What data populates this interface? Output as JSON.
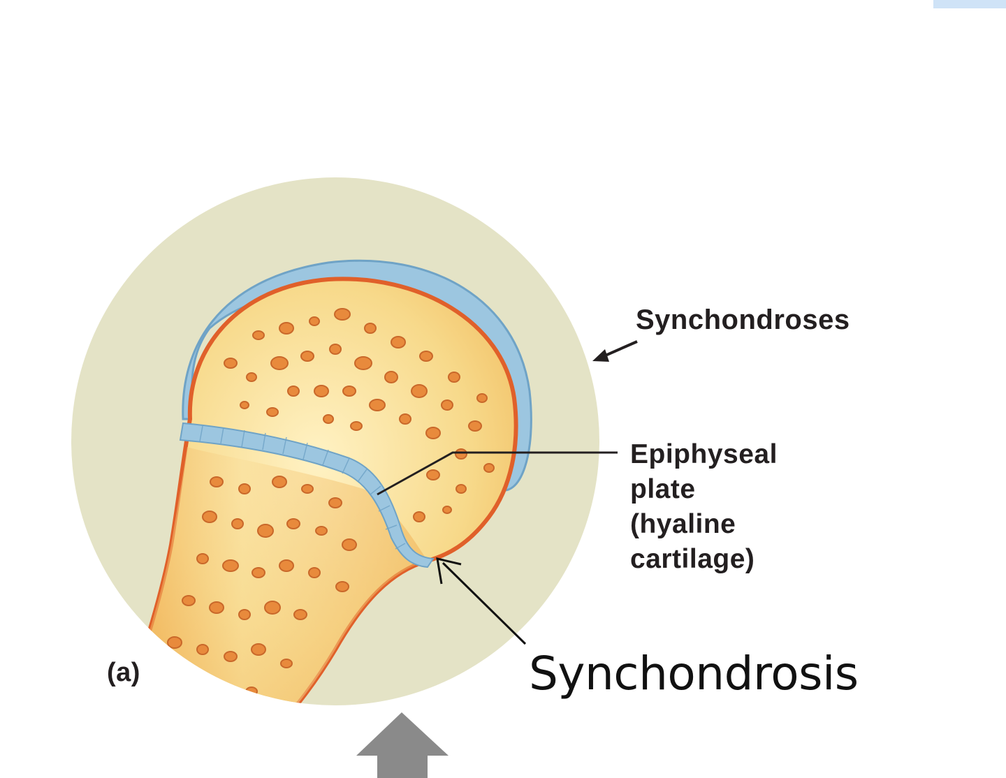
{
  "labels": {
    "synchondroses": "Synchondroses",
    "epiphyseal_plate_lines": [
      "Epiphyseal",
      "plate",
      "(hyaline",
      "cartilage)"
    ],
    "panel": "(a)",
    "synchondrosis": "Synchondrosis"
  },
  "colors": {
    "background_disc": "#e4e3c6",
    "bone_fill": "#f3c76e",
    "bone_edge": "#e0602a",
    "cartilage": "#9cc6e0",
    "pores": "#e88a3c",
    "up_arrow": "#8a8a8a",
    "corner_tab": "#cfe3f7"
  }
}
